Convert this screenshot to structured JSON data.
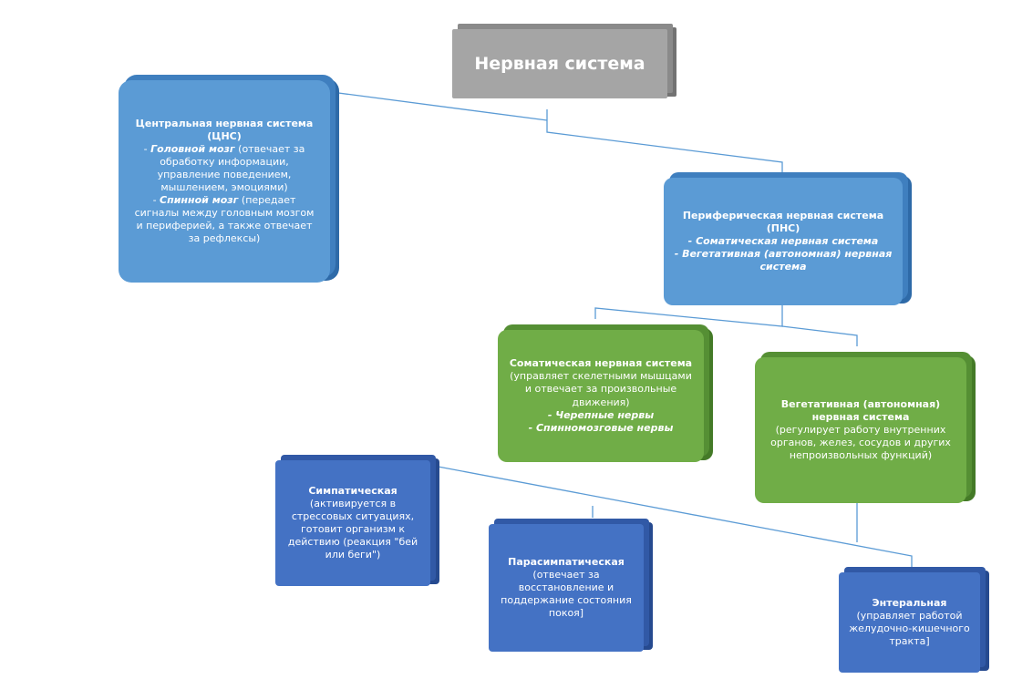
{
  "root": {
    "title": "Нервная система"
  },
  "cns": {
    "title": "Центральная нервная система (ЦНС)",
    "brain_bullet": "- ",
    "brain_name": "Головной мозг",
    "brain_desc": " (отвечает за обработку информации, управление поведением, мышлением, эмоциями)",
    "spine_bullet": "- ",
    "spine_name": "Спинной мозг",
    "spine_desc": " (передает сигналы между головным мозгом и периферией, а также отвечает за рефлексы)"
  },
  "pns": {
    "title": "Периферическая нервная система (ПНС)",
    "item1": "- Соматическая нервная система",
    "item2": "- Вегетативная (автономная) нервная система"
  },
  "somatic": {
    "title": "Соматическая нервная система",
    "desc": "(управляет скелетными мышцами и отвечает за произвольные движения)",
    "item1": "- Черепные нервы",
    "item2": "- Спинномозговые нервы"
  },
  "autonomic": {
    "title": "Вегетативная (автономная) нервная система",
    "desc": "(регулирует работу внутренних органов, желез, сосудов и других непроизвольных функций)"
  },
  "sympathetic": {
    "title": "Симпатическая",
    "desc": "(активируется в стрессовых ситуациях, готовит организм к действию (реакция \"бей или беги\")"
  },
  "parasympathetic": {
    "title": "Парасимпатическая",
    "desc": "(отвечает за восстановление и поддержание состояния покоя]"
  },
  "enteric": {
    "title": "Энтеральная",
    "desc": "(управляет работой желудочно-кишечного тракта]"
  },
  "colors": {
    "root": "#a5a5a5",
    "level1": "#5b9bd5",
    "level2": "#70ad47",
    "level3": "#4472c4",
    "connector": "#5b9bd5"
  }
}
